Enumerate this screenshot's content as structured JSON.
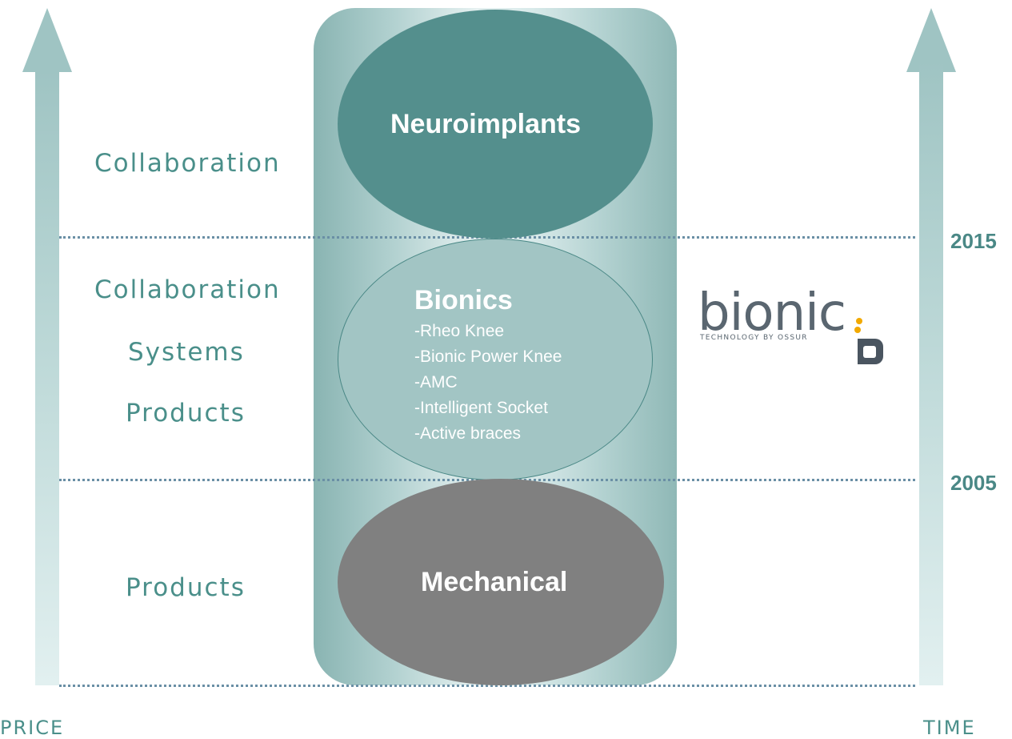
{
  "axes": {
    "left_label": "PRICE",
    "right_label": "TIME"
  },
  "stages": {
    "top": {
      "title": "Neuroimplants",
      "left_label": "Collaboration"
    },
    "middle": {
      "title": "Bionics",
      "items": [
        "-Rheo Knee",
        "-Bionic Power Knee",
        "-AMC",
        "-Intelligent Socket",
        "-Active braces"
      ],
      "left_labels": [
        "Collaboration",
        "Systems",
        "Products"
      ],
      "year": "2015"
    },
    "bottom": {
      "title": "Mechanical",
      "left_label": "Products",
      "year": "2005"
    }
  },
  "logo": {
    "word": "bionic",
    "tagline": "TECHNOLOGY BY OSSUR"
  },
  "colors": {
    "neuro": "#548f8d",
    "bionics": "#a2c5c4",
    "mechanical": "#808080",
    "accent_text": "#4a8f8a",
    "logo_dot": "#f2a900"
  }
}
